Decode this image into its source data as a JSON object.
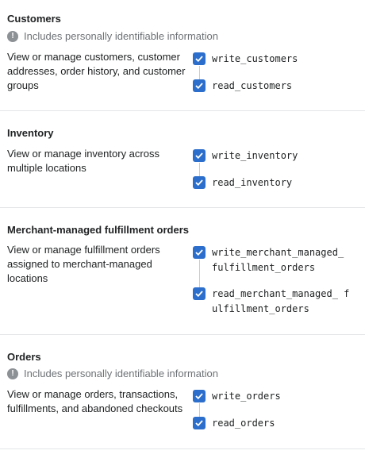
{
  "sections": [
    {
      "title": "Customers",
      "pii_note": "Includes personally identifiable information",
      "description": "View or manage customers, customer addresses, order history, and customer groups",
      "scopes": [
        {
          "label": "write_customers",
          "checked": true
        },
        {
          "label": "read_customers",
          "checked": true
        }
      ]
    },
    {
      "title": "Inventory",
      "description": "View or manage inventory across multiple locations",
      "scopes": [
        {
          "label": "write_inventory",
          "checked": true
        },
        {
          "label": "read_inventory",
          "checked": true
        }
      ]
    },
    {
      "title": "Merchant-managed fulfillment orders",
      "description": "View or manage fulfillment orders assigned to merchant-managed locations",
      "scopes": [
        {
          "label": "write_merchant_managed_ fulfillment_orders",
          "checked": true
        },
        {
          "label": "read_merchant_managed_ fulfillment_orders",
          "checked": true
        }
      ]
    },
    {
      "title": "Orders",
      "pii_note": "Includes personally identifiable information",
      "description": "View or manage orders, transactions, fulfillments, and abandoned checkouts",
      "scopes": [
        {
          "label": "write_orders",
          "checked": true
        },
        {
          "label": "read_orders",
          "checked": true
        }
      ]
    }
  ],
  "icons": {
    "pii": "exclamation-circle-icon",
    "checkbox": "checkmark-icon"
  },
  "colors": {
    "checkbox_fill": "#2c6ecb",
    "divider": "#e3e5e7",
    "muted_text": "#6d7175"
  }
}
